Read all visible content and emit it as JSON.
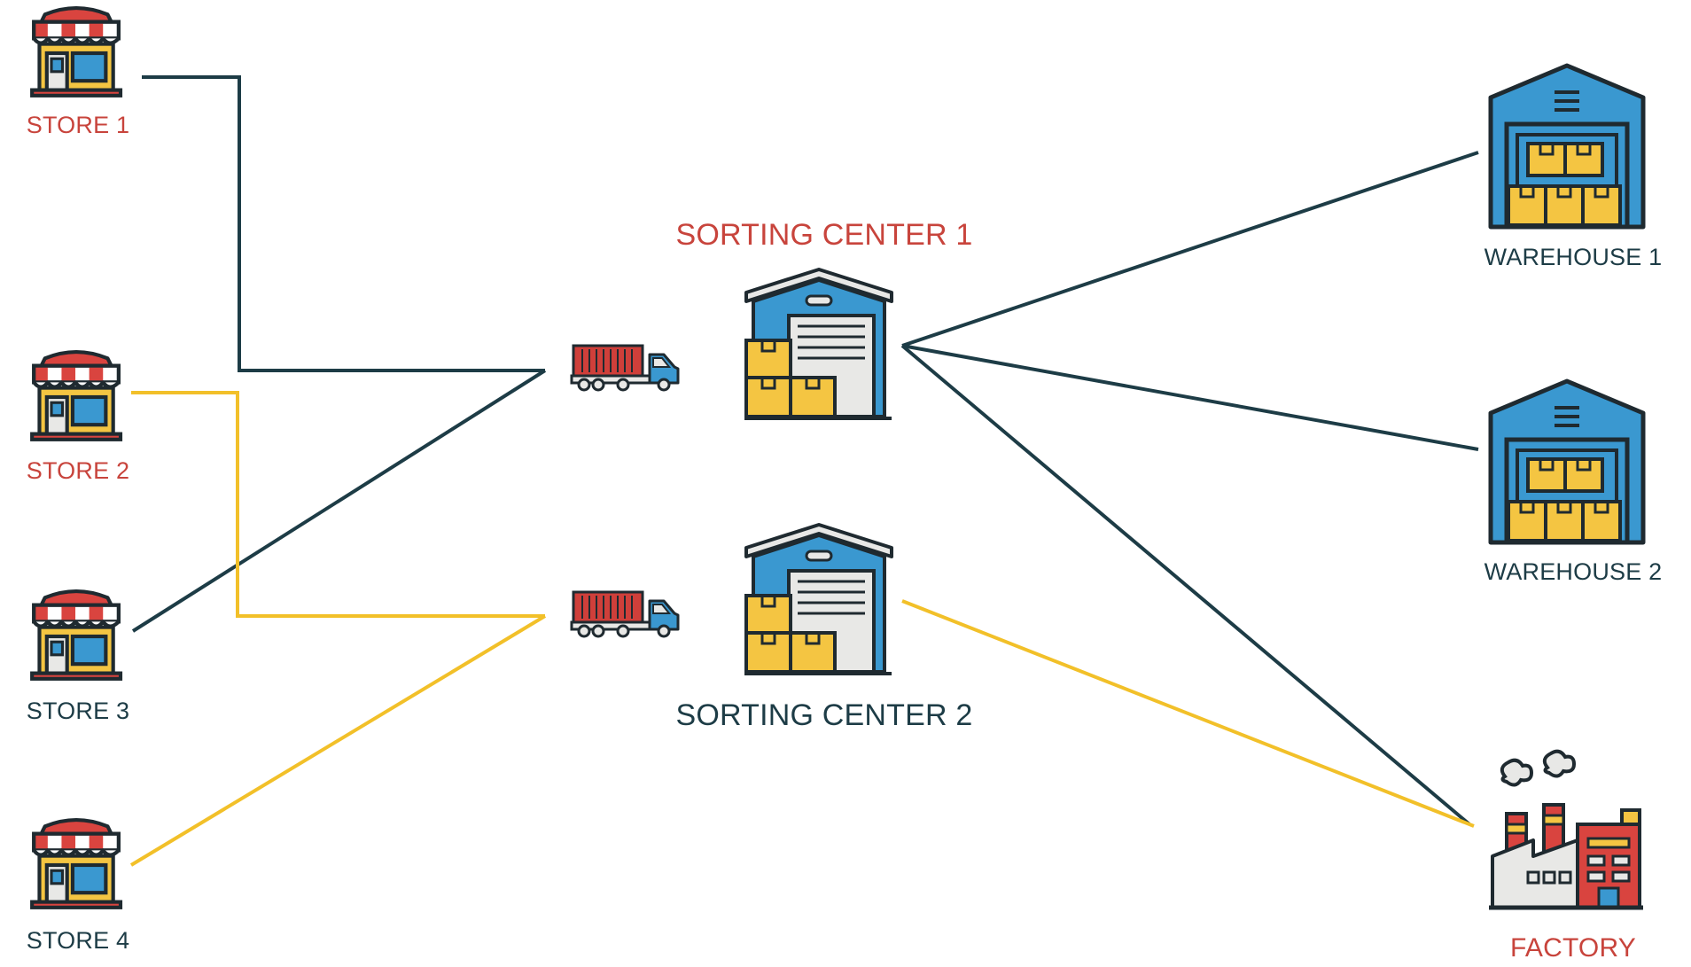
{
  "stores": [
    {
      "label": "STORE 1"
    },
    {
      "label": "STORE 2"
    },
    {
      "label": "STORE 3"
    },
    {
      "label": "STORE 4"
    }
  ],
  "sorting_centers": [
    {
      "label": "SORTING CENTER 1"
    },
    {
      "label": "SORTING CENTER 2"
    }
  ],
  "warehouses": [
    {
      "label": "WAREHOUSE 1"
    },
    {
      "label": "WAREHOUSE 2"
    }
  ],
  "factory": {
    "label": "FACTORY"
  },
  "colors": {
    "route_primary": "#1d3c46",
    "route_secondary": "#f2c029",
    "label_red": "#c8443c",
    "label_dark": "#1d3c46",
    "building_blue": "#3a98d0",
    "box_yellow": "#f4c542",
    "roof_red": "#d9443f",
    "truck_red": "#cf3f3a",
    "outline": "#1f2a30"
  },
  "connections": [
    {
      "from": "STORE 1",
      "to": "SORTING CENTER 1",
      "color": "route_primary"
    },
    {
      "from": "STORE 3",
      "to": "SORTING CENTER 1",
      "color": "route_primary"
    },
    {
      "from": "STORE 2",
      "to": "SORTING CENTER 2",
      "color": "route_secondary"
    },
    {
      "from": "STORE 4",
      "to": "SORTING CENTER 2",
      "color": "route_secondary"
    },
    {
      "from": "SORTING CENTER 1",
      "to": "WAREHOUSE 1",
      "color": "route_primary"
    },
    {
      "from": "SORTING CENTER 1",
      "to": "WAREHOUSE 2",
      "color": "route_primary"
    },
    {
      "from": "SORTING CENTER 1",
      "to": "FACTORY",
      "color": "route_primary"
    },
    {
      "from": "SORTING CENTER 2",
      "to": "FACTORY",
      "color": "route_secondary"
    }
  ]
}
